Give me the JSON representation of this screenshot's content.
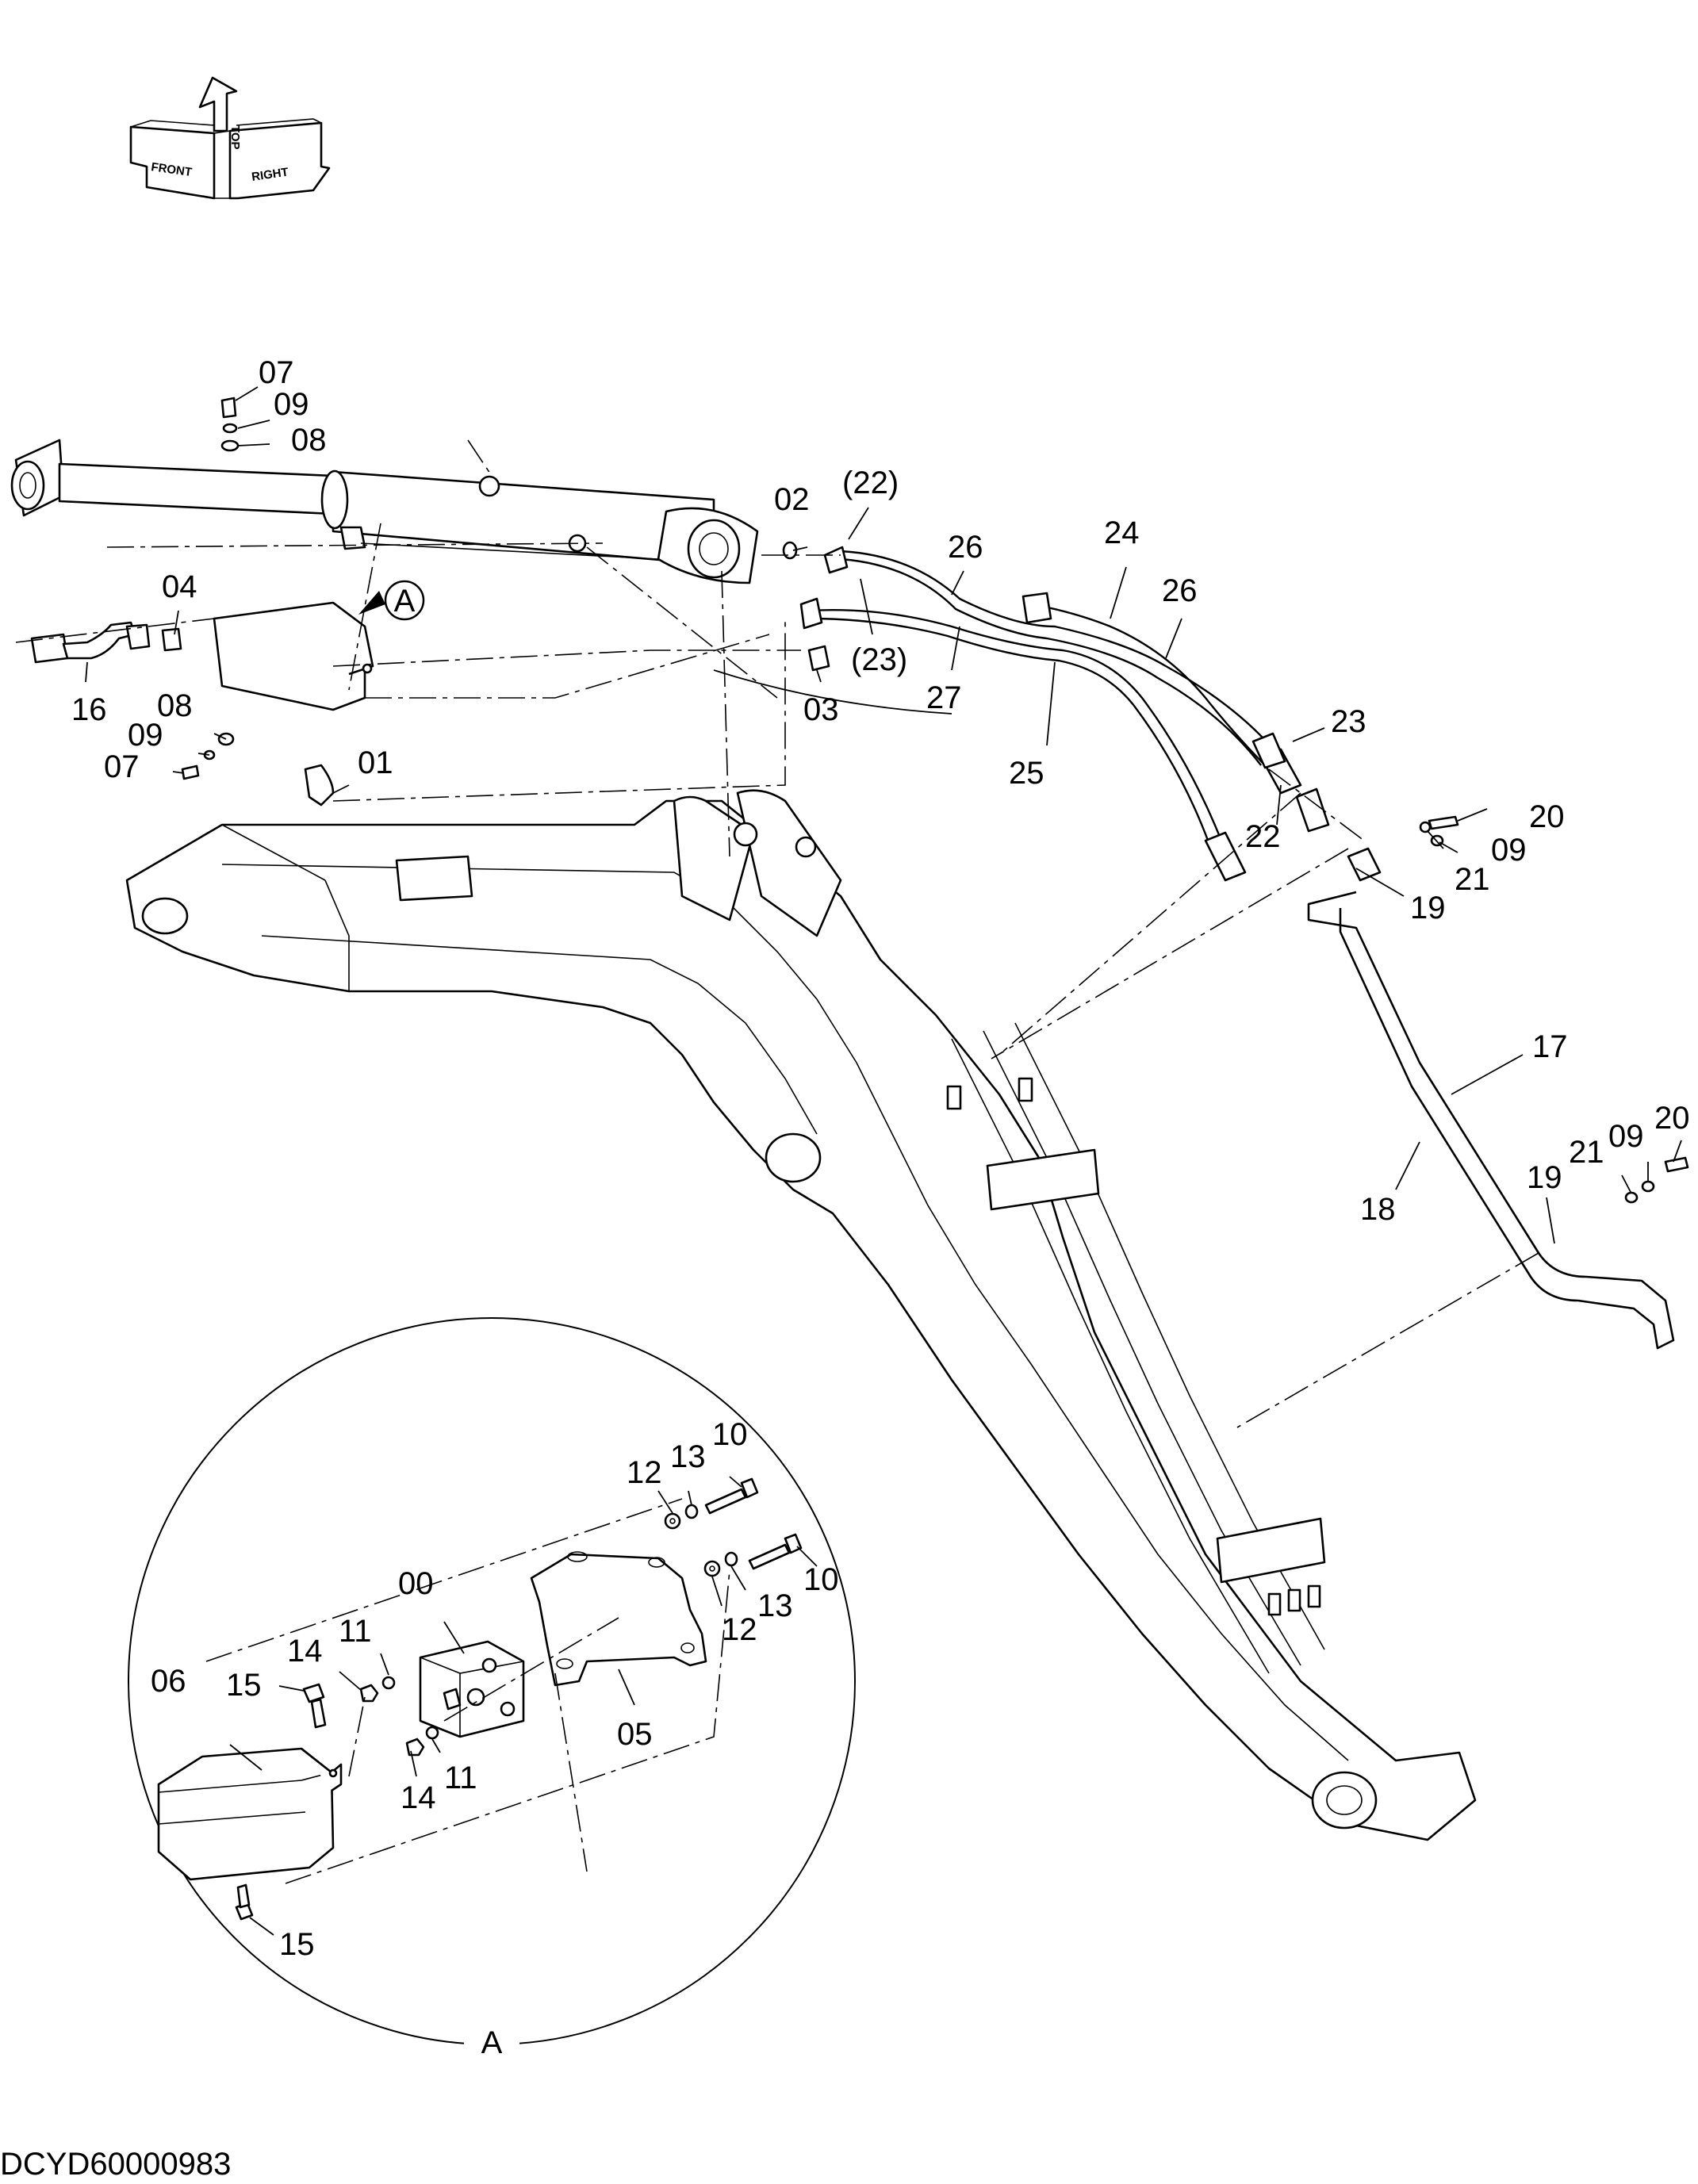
{
  "orientation": {
    "top": "TOP",
    "front": "FRONT",
    "right": "RIGHT"
  },
  "detail": {
    "view_ref": "A",
    "view_label": "A"
  },
  "drawing_code": "DCYD60000983",
  "callouts": {
    "c07a": "07",
    "c09a": "09",
    "c08a": "08",
    "c04": "04",
    "c16": "16",
    "c08b": "08",
    "c09b": "09",
    "c07b": "07",
    "c01": "01",
    "c02": "02",
    "c03": "03",
    "c22p": "(22)",
    "c23p": "(23)",
    "c26a": "26",
    "c27": "27",
    "c24": "24",
    "c25": "25",
    "c26b": "26",
    "c23": "23",
    "c22": "22",
    "c20a": "20",
    "c09c": "09",
    "c21a": "21",
    "c19a": "19",
    "c17": "17",
    "c18": "18",
    "c20b": "20",
    "c09d": "09",
    "c21b": "21",
    "c19b": "19",
    "c12a": "12",
    "c13a": "13",
    "c10a": "10",
    "c10b": "10",
    "c13b": "13",
    "c12b": "12",
    "c00": "00",
    "c11a": "11",
    "c14a": "14",
    "c06": "06",
    "c15a": "15",
    "c05": "05",
    "c14b": "14",
    "c11b": "11",
    "c15b": "15"
  }
}
